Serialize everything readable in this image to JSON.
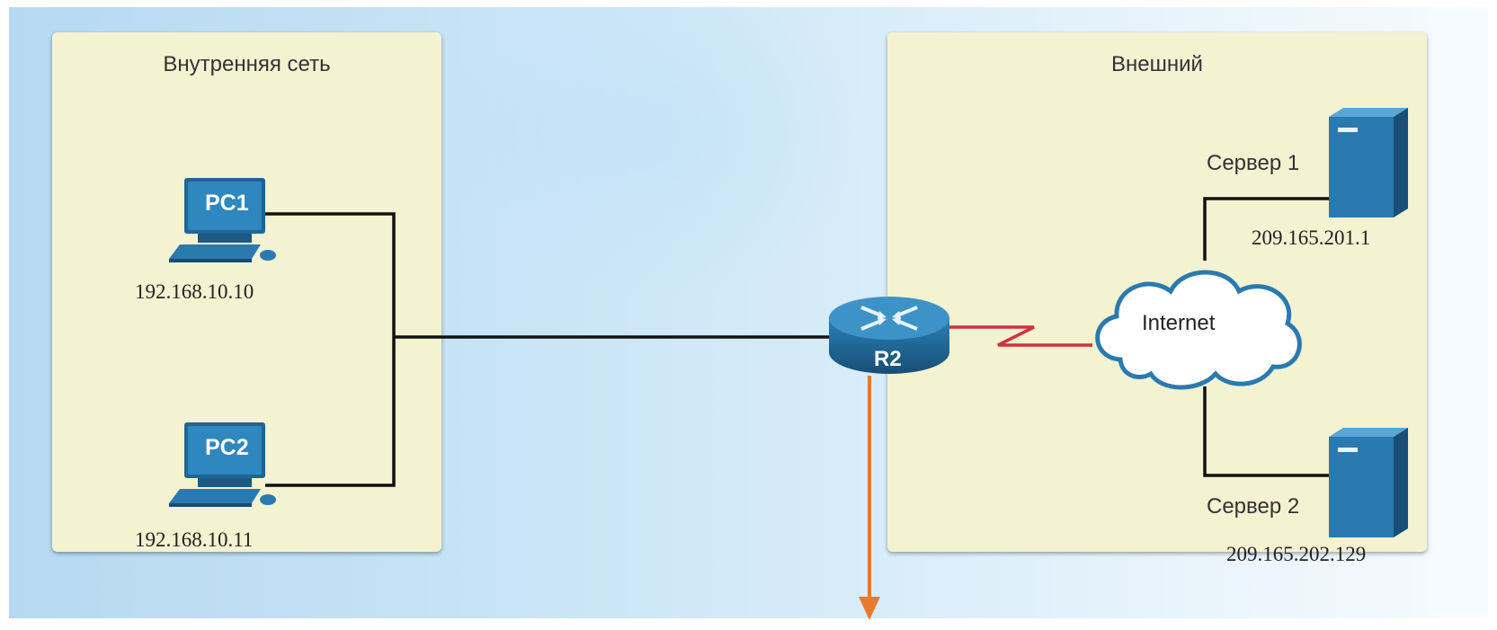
{
  "zones": {
    "internal": {
      "title": "Внутренняя сеть"
    },
    "external": {
      "title": "Внешний"
    }
  },
  "devices": {
    "pc1": {
      "name": "PC1",
      "ip": "192.168.10.10",
      "icon": "desktop-pc-icon"
    },
    "pc2": {
      "name": "PC2",
      "ip": "192.168.10.11",
      "icon": "desktop-pc-icon"
    },
    "router": {
      "name": "R2",
      "icon": "router-icon"
    },
    "cloud": {
      "name": "Internet",
      "icon": "cloud-icon"
    },
    "server1": {
      "name": "Сервер 1",
      "ip": "209.165.201.1",
      "icon": "server-icon"
    },
    "server2": {
      "name": "Сервер 2",
      "ip": "209.165.202.129",
      "icon": "server-icon"
    }
  },
  "colors": {
    "zone_fill": "#f3f2d1",
    "device_blue": "#2a7ab0",
    "serial_link": "#d0313f",
    "arrow": "#e87a30",
    "wire": "#111111"
  }
}
